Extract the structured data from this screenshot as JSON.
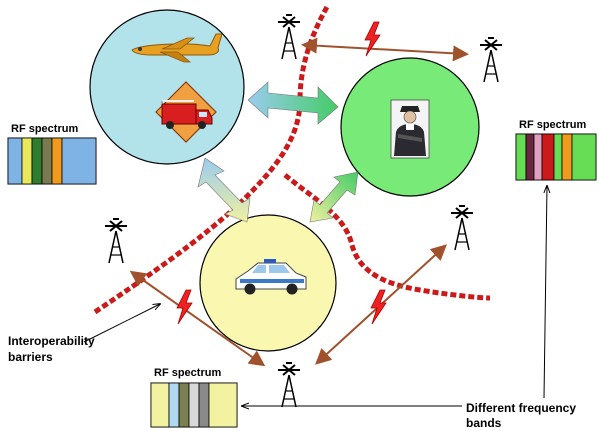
{
  "spectrum_title": "RF spectrum",
  "spectrum_left": {
    "title": "RF spectrum",
    "bands": [
      "#7FB3E6",
      "#E8E85A",
      "#2E7D2E",
      "#7A7A50",
      "#F09A1E",
      "#7FB3E6"
    ]
  },
  "spectrum_right": {
    "title": "RF spectrum",
    "bands": [
      "#66DD55",
      "#6A2540",
      "#E0A0C0",
      "#CC1A1A",
      "#66DD55",
      "#F09A1E",
      "#66DD55"
    ]
  },
  "spectrum_bottom": {
    "title": "RF spectrum",
    "bands": [
      "#F2F2A0",
      "#B0D8F0",
      "#7A8050",
      "#D8D8D8",
      "#8A8A8A",
      "#F2F2A0"
    ]
  },
  "labels": {
    "interoperability_1": "Interoperability",
    "interoperability_2": "barriers",
    "frequency_1": "Different frequency",
    "frequency_2": "bands"
  },
  "colors": {
    "circle_fire": "#B2E2EA",
    "circle_police": "#77EA77",
    "circle_car": "#FAF7B0",
    "barrier": "#CC1A1A",
    "link_arrow": "#A0522D",
    "lightning": "#EE2222"
  },
  "icons": [
    "airplane-icon",
    "fire-truck-icon",
    "police-officer-icon",
    "police-car-icon",
    "antenna-tower-icon",
    "lightning-icon"
  ]
}
